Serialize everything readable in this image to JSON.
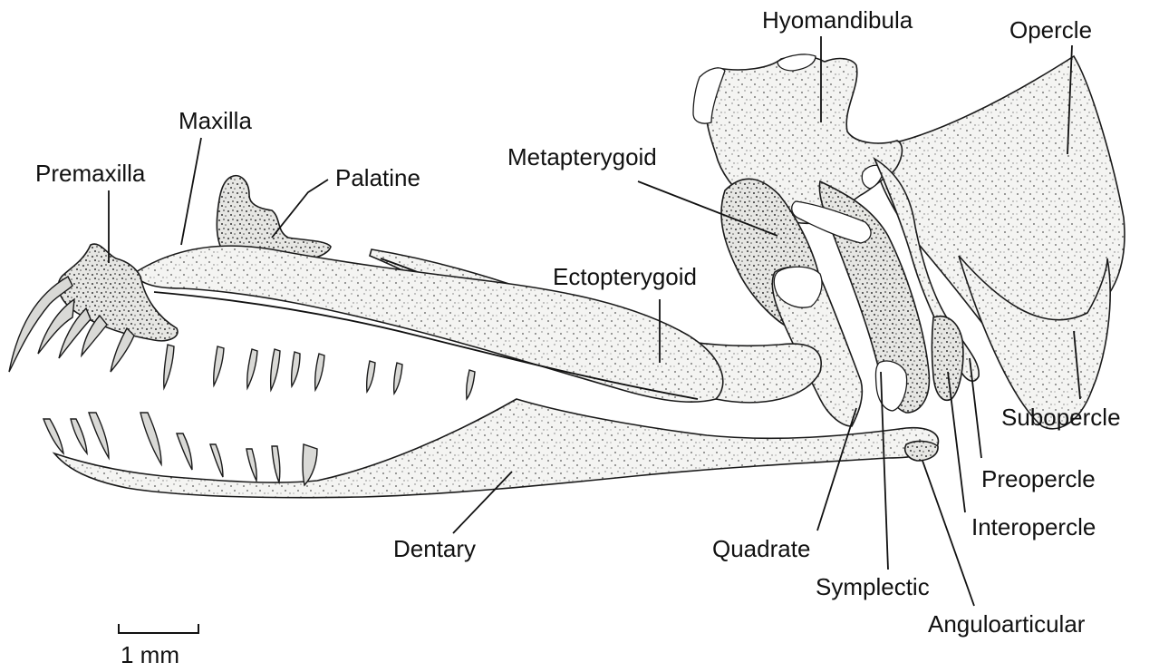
{
  "labels": {
    "hyomandibula": "Hyomandibula",
    "opercle": "Opercle",
    "maxilla": "Maxilla",
    "premaxilla": "Premaxilla",
    "palatine": "Palatine",
    "metapterygoid": "Metapterygoid",
    "ectopterygoid": "Ectopterygoid",
    "subopercle": "Subopercle",
    "preopercle": "Preopercle",
    "interopercle": "Interopercle",
    "dentary": "Dentary",
    "quadrate": "Quadrate",
    "symplectic": "Symplectic",
    "anguloarticular": "Anguloarticular"
  },
  "scale_bar": {
    "label": "1 mm"
  }
}
